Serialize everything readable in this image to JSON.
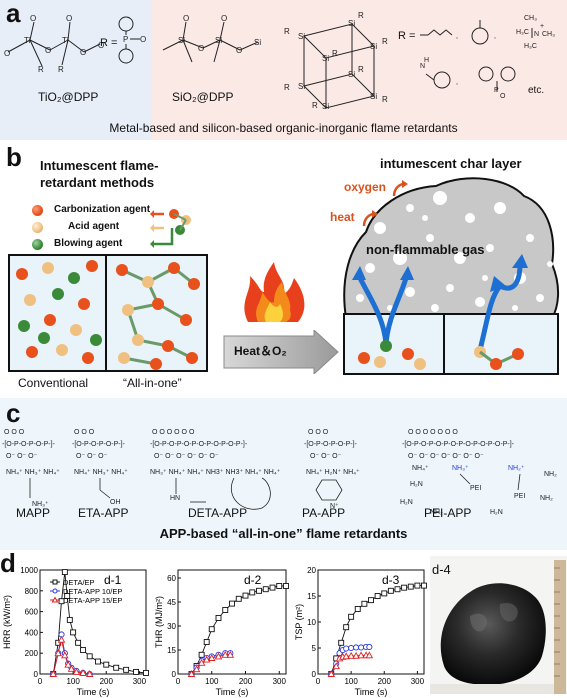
{
  "panel_a": {
    "letter": "a",
    "tio2_label": "TiO₂@DPP",
    "r_equals": "R =",
    "sio2_label": "SiO₂@DPP",
    "r_equals_2": "R =",
    "etc": "etc.",
    "caption": "Metal-based and silicon-based organic-inorganic flame retardants",
    "colors": {
      "left_bg": "#e7eef8",
      "right_bg": "#fbe9e6"
    }
  },
  "panel_b": {
    "letter": "b",
    "title_line1": "Intumescent flame-",
    "title_line2": "retardant methods",
    "legend": [
      {
        "label": "Carbonization agent",
        "color": "#e8501c"
      },
      {
        "label": "Acid agent",
        "color": "#f0c080"
      },
      {
        "label": "Blowing agent",
        "color": "#3a8a3a"
      }
    ],
    "conventional": "Conventional",
    "all_in_one": "“All-in-one”",
    "heat_o2": "Heat＆O₂",
    "char_layer": "intumescent char layer",
    "oxygen": "oxygen",
    "heat": "heat",
    "gas": "non-flammable gas"
  },
  "panel_c": {
    "letter": "c",
    "compounds": [
      "MAPP",
      "ETA-APP",
      "DETA-APP",
      "PA-APP",
      "PEI-APP"
    ],
    "caption": "APP-based “all-in-one” flame retardants"
  },
  "panel_d": {
    "letter": "d",
    "charts": [
      {
        "id": "d-1",
        "type": "line",
        "xlabel": "Time (s)",
        "ylabel": "HRR (kW/m²)",
        "xlim": [
          0,
          320
        ],
        "ylim": [
          0,
          1000
        ],
        "xticks": [
          0,
          100,
          200,
          300
        ],
        "yticks": [
          0,
          200,
          400,
          600,
          800,
          1000
        ],
        "series": [
          {
            "name": "DETA/EP",
            "marker": "square",
            "color": "#111111",
            "x": [
              40,
              55,
              65,
              75,
              82,
              90,
              100,
              115,
              130,
              150,
              175,
              200,
              230,
              260,
              290,
              320
            ],
            "y": [
              0,
              300,
              700,
              980,
              750,
              520,
              400,
              300,
              230,
              170,
              120,
              90,
              60,
              40,
              20,
              10
            ]
          },
          {
            "name": "DETA-APP 10/EP",
            "marker": "circle",
            "color": "#2a3adf",
            "x": [
              40,
              55,
              65,
              75,
              85,
              95,
              110,
              130,
              150
            ],
            "y": [
              0,
              200,
              380,
              200,
              100,
              60,
              30,
              10,
              0
            ]
          },
          {
            "name": "DETA-APP 15/EP",
            "marker": "triangle",
            "color": "#e02020",
            "x": [
              40,
              55,
              65,
              75,
              85,
              95,
              110,
              130,
              150
            ],
            "y": [
              0,
              200,
              330,
              180,
              90,
              50,
              20,
              10,
              0
            ]
          }
        ]
      },
      {
        "id": "d-2",
        "type": "line",
        "xlabel": "Time (s)",
        "ylabel": "THR (MJ/m²)",
        "xlim": [
          0,
          320
        ],
        "ylim": [
          0,
          65
        ],
        "xticks": [
          0,
          100,
          200,
          300
        ],
        "yticks": [
          0,
          15,
          30,
          45,
          60
        ],
        "series": [
          {
            "name": "DETA/EP",
            "marker": "square",
            "color": "#111111",
            "x": [
              40,
              55,
              70,
              85,
              100,
              120,
              140,
              160,
              180,
              200,
              220,
              240,
              260,
              280,
              300,
              320
            ],
            "y": [
              0,
              5,
              12,
              20,
              28,
              35,
              40,
              44,
              47,
              49,
              51,
              52,
              53,
              54,
              55,
              55
            ]
          },
          {
            "name": "DETA-APP 10/EP",
            "marker": "circle",
            "color": "#2a3adf",
            "x": [
              40,
              55,
              70,
              85,
              100,
              120,
              140,
              155
            ],
            "y": [
              0,
              4,
              8,
              10,
              11,
              12,
              13,
              13
            ]
          },
          {
            "name": "DETA-APP 15/EP",
            "marker": "triangle",
            "color": "#e02020",
            "x": [
              40,
              55,
              70,
              85,
              100,
              120,
              140,
              155
            ],
            "y": [
              0,
              3,
              7,
              9,
              10,
              11,
              12,
              12
            ]
          }
        ]
      },
      {
        "id": "d-3",
        "type": "line",
        "xlabel": "Time (s)",
        "ylabel": "TSP (m²)",
        "xlim": [
          0,
          320
        ],
        "ylim": [
          0,
          20
        ],
        "xticks": [
          0,
          100,
          200,
          300
        ],
        "yticks": [
          0,
          5,
          10,
          15,
          20
        ],
        "series": [
          {
            "name": "DETA/EP",
            "marker": "square",
            "color": "#111111",
            "x": [
              40,
              55,
              70,
              85,
              100,
              120,
              140,
              160,
              180,
              200,
              220,
              240,
              260,
              280,
              300,
              320
            ],
            "y": [
              0,
              3,
              6,
              9,
              11,
              12.5,
              13.5,
              14.2,
              15,
              15.5,
              16,
              16.3,
              16.6,
              16.8,
              17,
              17
            ]
          },
          {
            "name": "DETA-APP 10/EP",
            "marker": "circle",
            "color": "#2a3adf",
            "x": [
              40,
              55,
              65,
              75,
              85,
              100,
              115,
              130,
              145,
              155
            ],
            "y": [
              0,
              2,
              4,
              4.6,
              4.9,
              5,
              5.1,
              5.1,
              5.2,
              5.2
            ]
          },
          {
            "name": "DETA-APP 15/EP",
            "marker": "triangle",
            "color": "#e02020",
            "x": [
              40,
              55,
              65,
              75,
              85,
              100,
              115,
              130,
              145,
              155
            ],
            "y": [
              0,
              1.5,
              3,
              3.3,
              3.4,
              3.5,
              3.5,
              3.6,
              3.6,
              3.6
            ]
          }
        ]
      }
    ],
    "photo_label": "d-4"
  }
}
